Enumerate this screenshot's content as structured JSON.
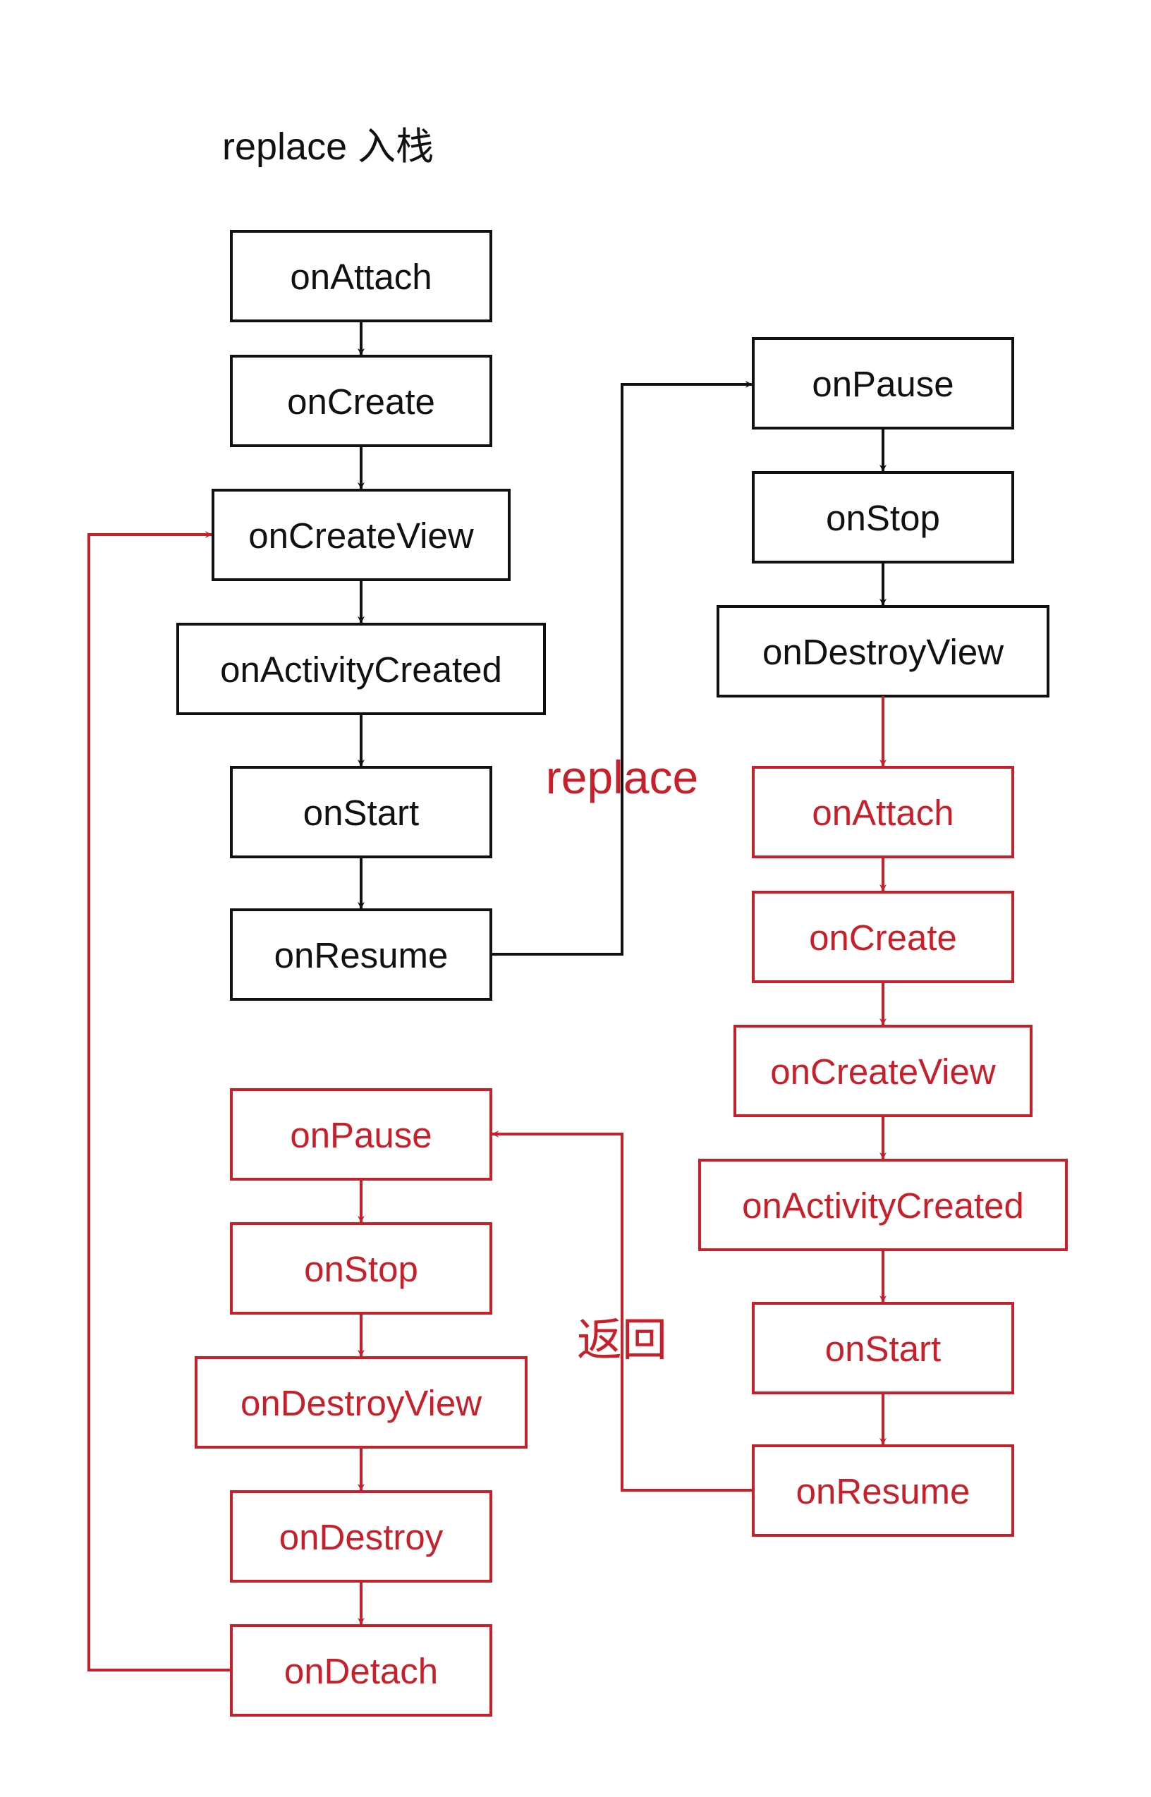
{
  "title": "replace 入栈",
  "colors": {
    "black": "#111111",
    "red": "#c8202a"
  },
  "labels": {
    "replace": "replace",
    "back": "返回"
  },
  "fragment_a": {
    "enter": [
      "onAttach",
      "onCreate",
      "onCreateView",
      "onActivityCreated",
      "onStart",
      "onResume"
    ],
    "exit": [
      "onPause",
      "onStop",
      "onDestroyView",
      "onDestroy",
      "onDetach"
    ]
  },
  "fragment_b": {
    "exit": [
      "onPause",
      "onStop",
      "onDestroyView"
    ],
    "enter": [
      "onAttach",
      "onCreate",
      "onCreateView",
      "onActivityCreated",
      "onStart",
      "onResume"
    ]
  }
}
